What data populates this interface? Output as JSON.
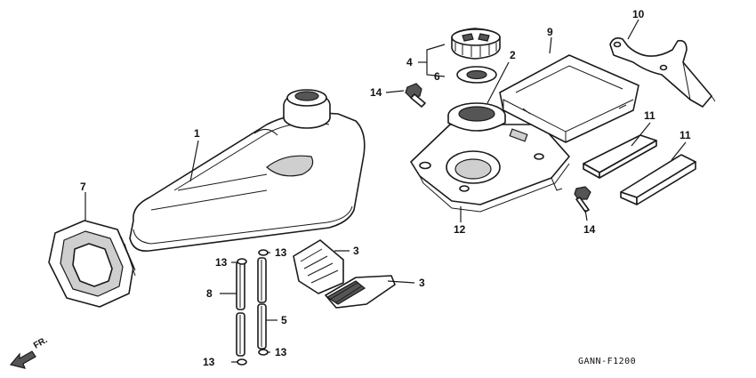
{
  "diagram": {
    "code": "GANN-F1200",
    "direction_label": "FR.",
    "callouts": {
      "c1": "1",
      "c2": "2",
      "c3a": "3",
      "c3b": "3",
      "c4": "4",
      "c5": "5",
      "c6": "6",
      "c7": "7",
      "c8": "8",
      "c9": "9",
      "c10": "10",
      "c11a": "11",
      "c11b": "11",
      "c12": "12",
      "c13a": "13",
      "c13b": "13",
      "c13c": "13",
      "c13d": "13",
      "c14a": "14",
      "c14b": "14"
    }
  },
  "colors": {
    "line": "#1a1a1a",
    "shade": "#cfcfcf",
    "background": "#ffffff"
  }
}
